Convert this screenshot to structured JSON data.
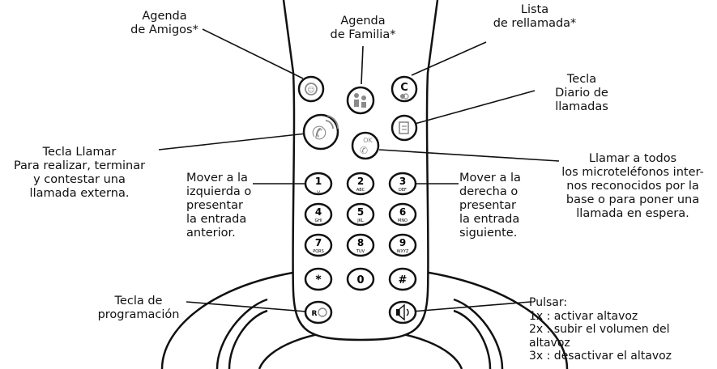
{
  "labels": {
    "friends_phonebook": "Agenda\nde Amigos*",
    "family_phonebook": "Agenda\nde Familia*",
    "redial_list": "Lista\nde rellamada*",
    "call_log_key": "Tecla\nDiario de\nllamadas",
    "talk_key": "Tecla Llamar\nPara realizar, terminar\ny contestar una\nllamada externa.",
    "call_all": "Llamar a todos\nlos microteléfonos inter-\nnos reconocidos por la\nbase o para poner una\nllamada en espera.",
    "move_left": "Mover a la\nizquierda o\npresentar\nla entrada\nanterior.",
    "move_right": "Mover a la\nderecha o\npresentar\nla entrada\nsiguiente.",
    "program_key": "Tecla de\nprogramación",
    "speaker": "Pulsar:\n1x : activar altavoz\n2x : subir el volumen del\n       altavoz\n3x : desactivar el altavoz"
  },
  "keys": {
    "k1": {
      "num": "1",
      "sub": "␣"
    },
    "k2": {
      "num": "2",
      "sub": "ABC"
    },
    "k3": {
      "num": "3",
      "sub": "DEF"
    },
    "k4": {
      "num": "4",
      "sub": "GHI"
    },
    "k5": {
      "num": "5",
      "sub": "JKL"
    },
    "k6": {
      "num": "6",
      "sub": "MNO"
    },
    "k7": {
      "num": "7",
      "sub": "PQRS"
    },
    "k8": {
      "num": "8",
      "sub": "TUV"
    },
    "k9": {
      "num": "9",
      "sub": "WXYZ"
    },
    "kstar": {
      "num": "*"
    },
    "k0": {
      "num": "0"
    },
    "khash": {
      "num": "#"
    },
    "redial_c": "C",
    "ok": "OK",
    "r": "R"
  },
  "colors": {
    "ink": "#111111",
    "key_fill": "#ffffff",
    "icon_grey": "#8a8a8a"
  }
}
